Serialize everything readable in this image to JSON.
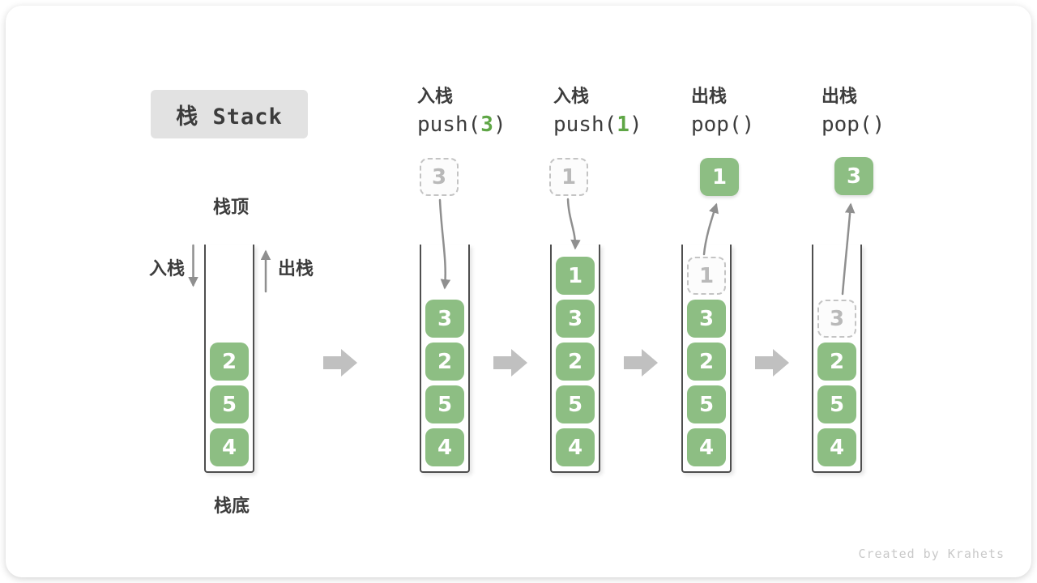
{
  "page": {
    "title": "栈 Stack",
    "footer": "Created by Krahets"
  },
  "legend": {
    "top_label": "栈顶",
    "bottom_label": "栈底",
    "push_label": "入栈",
    "pop_label": "出栈"
  },
  "operations": [
    {
      "label": "入栈",
      "code_pre": "push(",
      "code_arg": "3",
      "code_post": ")"
    },
    {
      "label": "入栈",
      "code_pre": "push(",
      "code_arg": "1",
      "code_post": ")"
    },
    {
      "label": "出栈",
      "code_pre": "pop(",
      "code_arg": "",
      "code_post": ")"
    },
    {
      "label": "出栈",
      "code_pre": "pop(",
      "code_arg": "",
      "code_post": ")"
    }
  ],
  "floats": [
    {
      "value": "3",
      "kind": "ghost"
    },
    {
      "value": "1",
      "kind": "ghost"
    },
    {
      "value": "1",
      "kind": "solid"
    },
    {
      "value": "3",
      "kind": "solid"
    }
  ],
  "stacks": [
    {
      "solid": [
        "4",
        "5",
        "2"
      ]
    },
    {
      "solid": [
        "4",
        "5",
        "2",
        "3"
      ]
    },
    {
      "solid": [
        "4",
        "5",
        "2",
        "3",
        "1"
      ]
    },
    {
      "solid": [
        "4",
        "5",
        "2",
        "3"
      ],
      "ghost": "1"
    },
    {
      "solid": [
        "4",
        "5",
        "2"
      ],
      "ghost": "3"
    }
  ],
  "colors": {
    "block-green": "#8dbe83",
    "accent-green": "#5fa646",
    "arrow-gray": "#8f8f8f",
    "flow-arrow-gray": "#c0c0c0",
    "ghost-border": "#c4c4c4",
    "ghost-text": "#b9b9b9",
    "wall": "#4f4f4f",
    "title-bg": "#e2e2e2",
    "text-dark": "#3c3c3c",
    "footer-gray": "#c9c9c9"
  }
}
